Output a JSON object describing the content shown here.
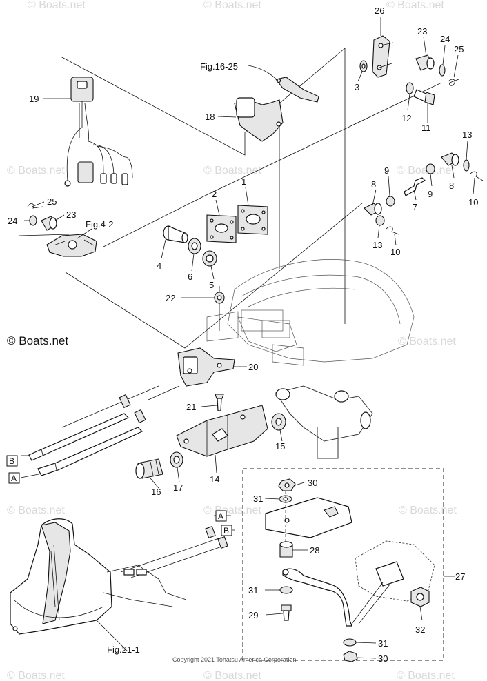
{
  "watermarks": {
    "top_left": "© Boats.net",
    "top_center": "© Boats.net",
    "top_right": "© Boats.net",
    "upper_left": "© Boats.net",
    "upper_center": "© Boats.net",
    "upper_right": "© Boats.net",
    "middle_left": "© Boats.net",
    "middle_right": "© Boats.net",
    "lower_left": "© Boats.net",
    "lower_center": "© Boats.net",
    "lower_right": "© Boats.net",
    "bottom_left": "© Boats.net",
    "bottom_center": "© Boats.net",
    "bottom_right": "© Boats.net"
  },
  "copyright": "Copyright 2021 Tohatsu America Corporation",
  "figure_refs": {
    "fig_16_25": "Fig.16-25",
    "fig_4_2": "Fig.4-2",
    "fig_21_1": "Fig.21-1"
  },
  "cable_tags": {
    "b_upper": "B",
    "a_upper": "A",
    "a_lower": "A",
    "b_lower": "B"
  },
  "callouts": {
    "c1": "1",
    "c2": "2",
    "c3": "3",
    "c4": "4",
    "c5": "5",
    "c6": "6",
    "c7": "7",
    "c8a": "8",
    "c8b": "8",
    "c9a": "9",
    "c9b": "9",
    "c10a": "10",
    "c10b": "10",
    "c11": "11",
    "c12": "12",
    "c13a": "13",
    "c13b": "13",
    "c14": "14",
    "c15": "15",
    "c16": "16",
    "c17": "17",
    "c18": "18",
    "c19": "19",
    "c20": "20",
    "c21": "21",
    "c22": "22",
    "c23a": "23",
    "c23b": "23",
    "c24a": "24",
    "c24b": "24",
    "c25a": "25",
    "c25b": "25",
    "c26": "26",
    "c27": "27",
    "c28": "28",
    "c29": "29",
    "c30a": "30",
    "c30b": "30",
    "c31a": "31",
    "c31b": "31",
    "c31c": "31",
    "c32": "32"
  }
}
